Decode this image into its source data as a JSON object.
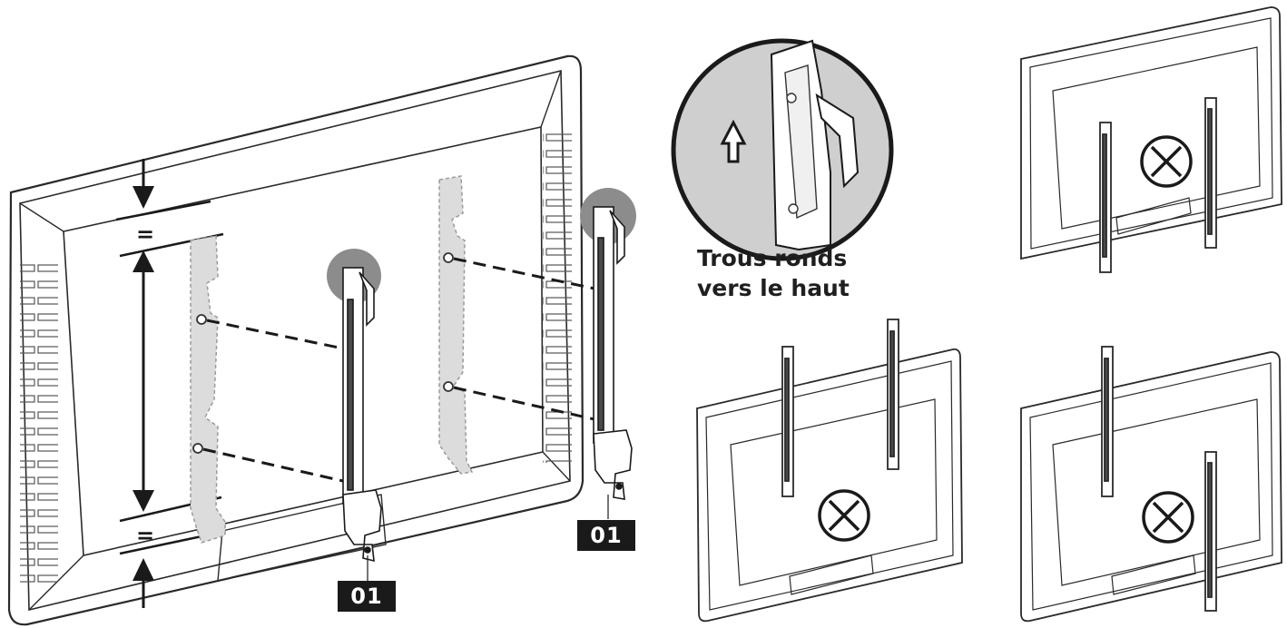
{
  "callout": {
    "caption_line1": "Trous ronds",
    "caption_line2": "vers le haut"
  },
  "labels": {
    "left_bracket": "01",
    "right_bracket": "01"
  },
  "symbols": {
    "equal_top": "=",
    "equal_bottom": "=",
    "forbidden_icon": "circle-x-icon"
  },
  "colors": {
    "line": "#2a2a2a",
    "highlight": "#8c8c8c",
    "ghost_fill": "#dcdcdc",
    "label_bg": "#1a1a1a"
  }
}
